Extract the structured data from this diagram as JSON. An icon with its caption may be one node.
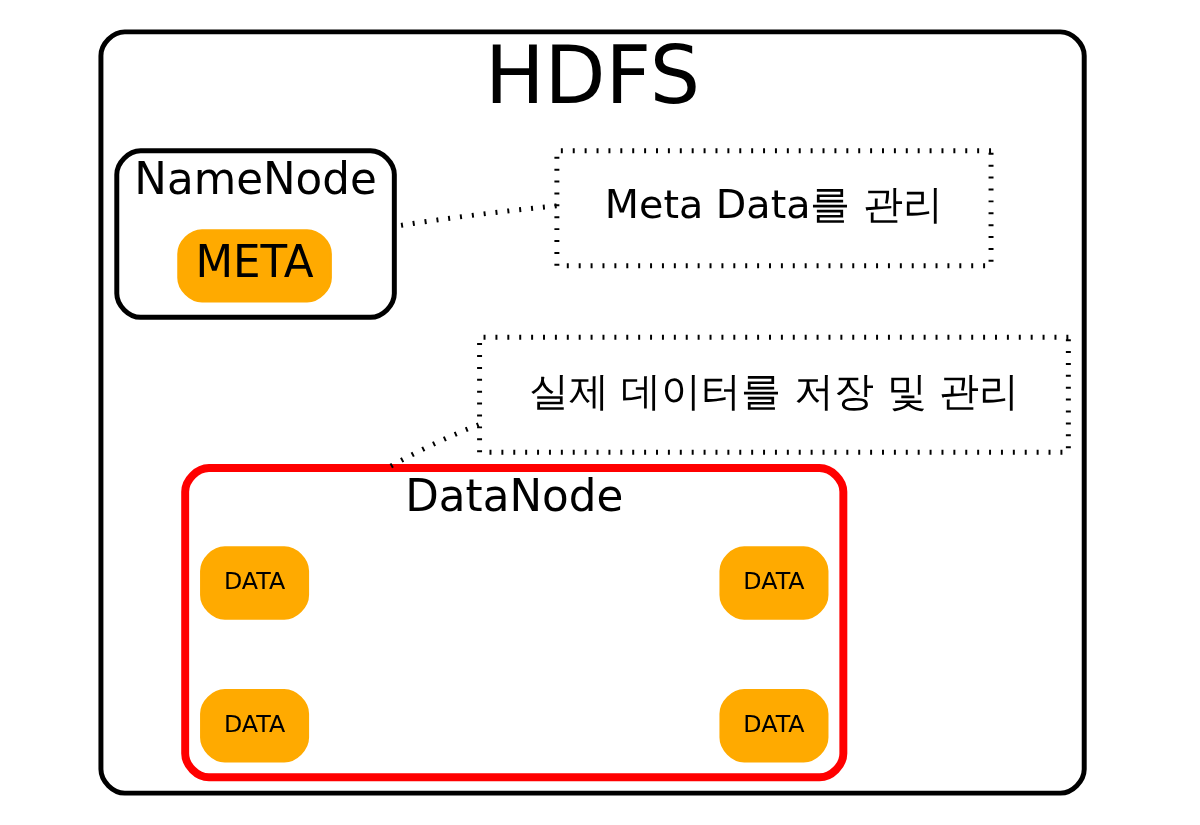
{
  "diagram": {
    "nodes": [
      {
        "text": [
          "HDFS"
        ]
      },
      {
        "text": [
          "NameNode"
        ],
        "in": 0
      },
      {
        "text": [
          "META"
        ],
        "in": 1
      },
      {
        "text": [
          "Meta Data를 관리"
        ],
        "in": 0
      },
      {
        "text": [
          "DataNode"
        ],
        "in": 0
      },
      {
        "text": [
          "DATA"
        ],
        "in": 4
      },
      {
        "text": [
          "DATA"
        ],
        "in": 4
      },
      {
        "text": [
          "DATA"
        ],
        "in": 4
      },
      {
        "text": [
          "DATA"
        ],
        "in": 4
      },
      {
        "text": [
          "실제 데이터를 저장 및 관리"
        ],
        "in": 0
      }
    ],
    "edges": [
      {
        "from": 3,
        "to": 1,
        "arrow": "none",
        "style": "dashed"
      },
      {
        "from": 9,
        "to": 4,
        "arrow": "none",
        "style": "dashed"
      }
    ]
  }
}
